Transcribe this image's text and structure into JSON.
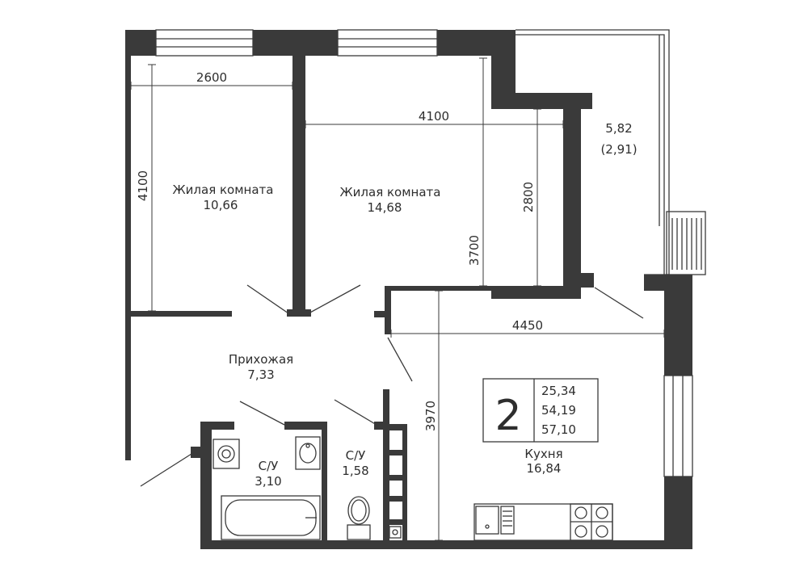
{
  "rooms": {
    "bedroom1": {
      "name": "Жилая комната",
      "area": "10,66"
    },
    "bedroom2": {
      "name": "Жилая комната",
      "area": "14,68"
    },
    "hallway": {
      "name": "Прихожая",
      "area": "7,33"
    },
    "bathroom1": {
      "name": "С/У",
      "area": "3,10"
    },
    "bathroom2": {
      "name": "С/У",
      "area": "1,58"
    },
    "kitchen": {
      "name": "Кухня",
      "area": "16,84"
    },
    "balcony": {
      "area": "5,82",
      "area_reduced": "(2,91)"
    }
  },
  "dimensions": {
    "d2600": "2600",
    "d4100_h": "4100",
    "d4100_v": "4100",
    "d2800": "2800",
    "d3700": "3700",
    "d4450": "4450",
    "d3970": "3970"
  },
  "summary": {
    "room_count": "2",
    "living_area": "25,34",
    "total_area": "54,19",
    "total_with_balcony": "57,10"
  },
  "colors": {
    "wall": "#3a3a3a",
    "text": "#2e2e2e",
    "background": "#ffffff"
  }
}
